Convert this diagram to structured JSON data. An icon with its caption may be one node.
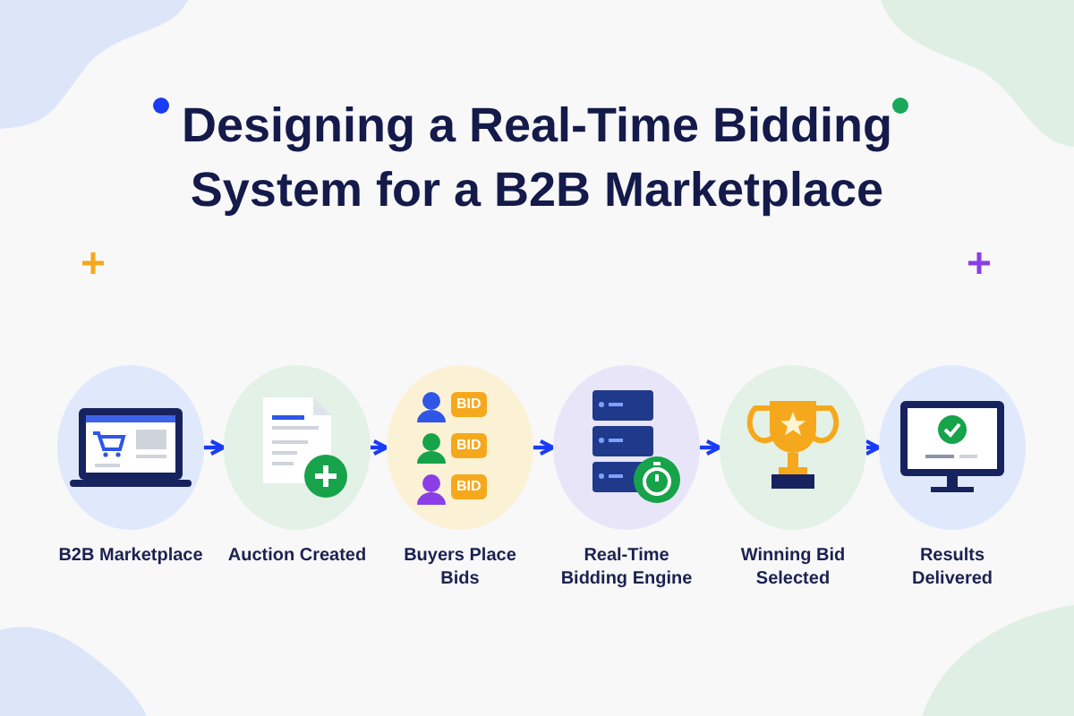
{
  "diagram": {
    "title": "Designing a **Real-Time Bidding System** for a B2B Marketplace",
    "nodes": [
      {
        "text": [
          "B2B Marketplace"
        ]
      },
      {
        "text": [
          "Auction Created"
        ]
      },
      {
        "text": [
          "Buyers Place Bids"
        ]
      },
      {
        "text": [
          "Real-Time Bidding Engine"
        ]
      },
      {
        "text": [
          "Winning Bid Selected"
        ]
      },
      {
        "text": [
          "Results Delivered"
        ]
      }
    ],
    "edges": [
      {
        "from": 0,
        "to": 1,
        "arrow": "to"
      },
      {
        "from": 1,
        "to": 2,
        "arrow": "to"
      },
      {
        "from": 2,
        "to": 3,
        "arrow": "to"
      },
      {
        "from": 3,
        "to": 4,
        "arrow": "to"
      },
      {
        "from": 4,
        "to": 5,
        "arrow": "to"
      }
    ],
    "labels": [
      "BID",
      "BID",
      "BID"
    ]
  }
}
